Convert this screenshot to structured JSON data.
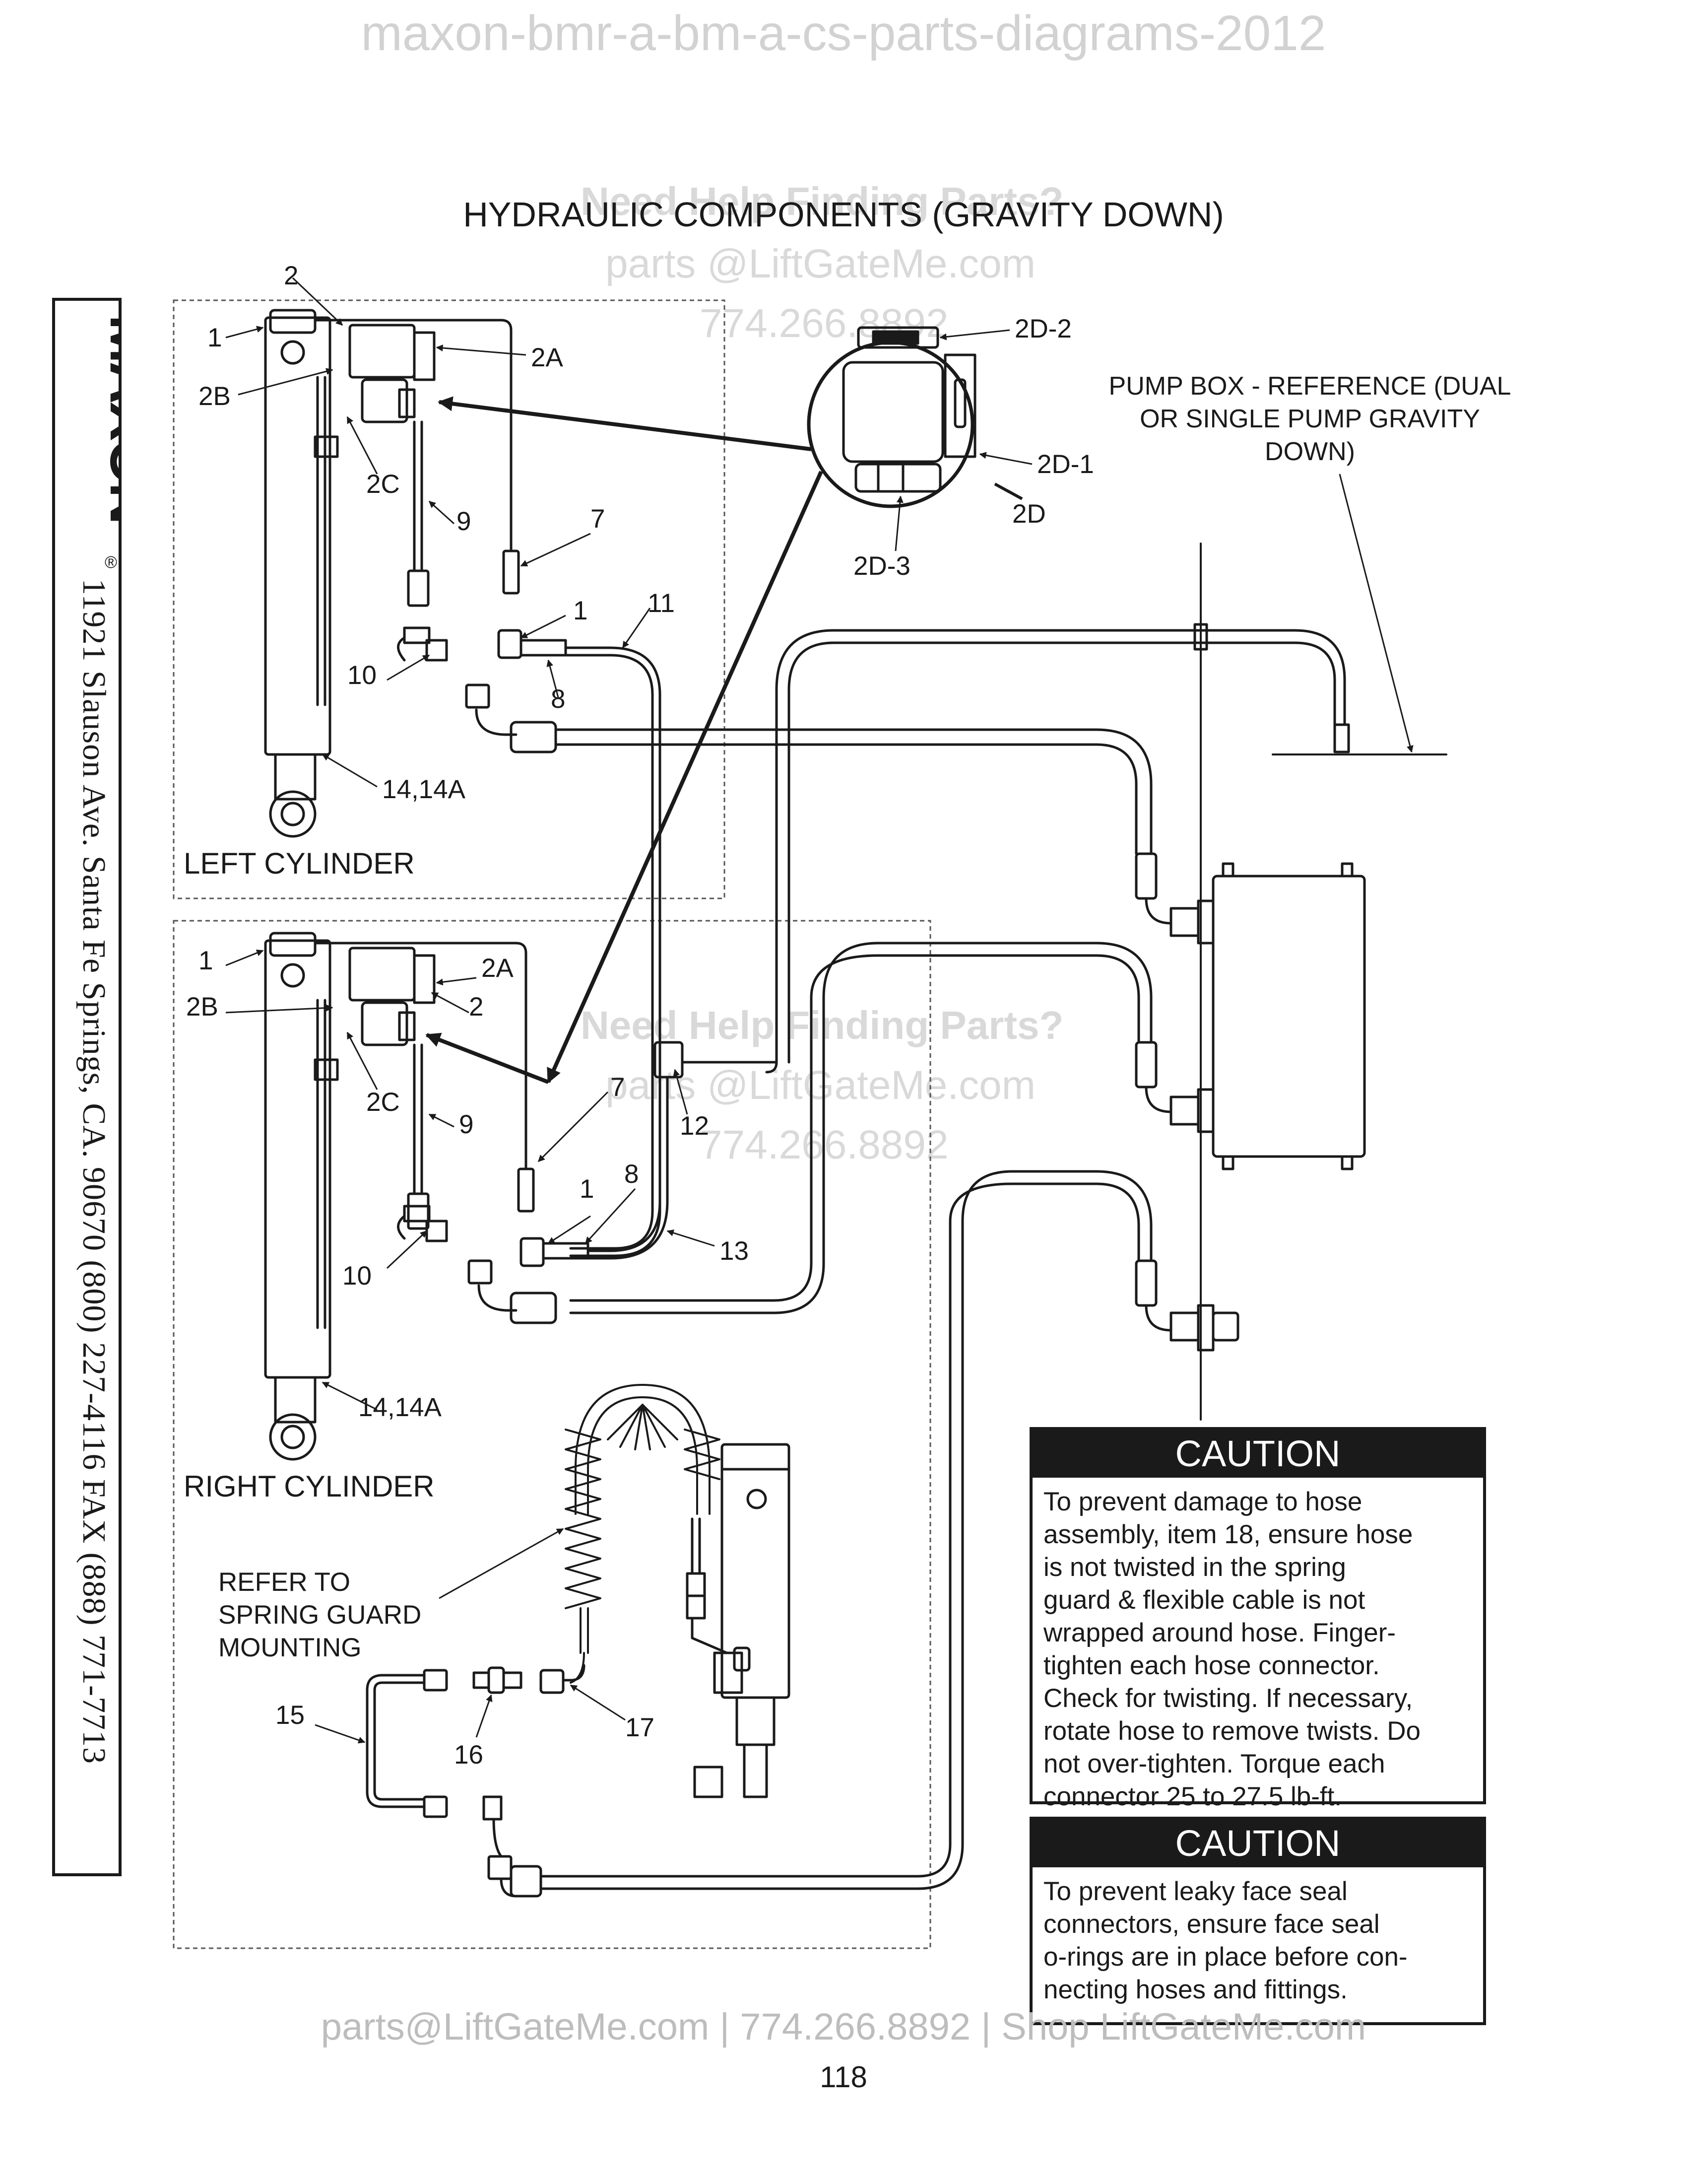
{
  "watermark": {
    "doc_name": "maxon-bmr-a-bm-a-cs-parts-diagrams-2012",
    "help": "Need Help Finding Parts?",
    "email": "parts @LiftGateMe.com",
    "phone": "774.266.8892"
  },
  "title": "HYDRAULIC COMPONENTS (GRAVITY DOWN)",
  "brand": {
    "logo": "MAXON",
    "registered": "®",
    "address": "11921 Slauson Ave.  Santa Fe Springs, CA.  90670  (800) 227-4116  FAX (888) 771-7713"
  },
  "sections": {
    "left_cylinder": "LEFT CYLINDER",
    "right_cylinder": "RIGHT CYLINDER"
  },
  "pump_box_reference": "PUMP BOX - REFERENCE (DUAL OR SINGLE PUMP GRAVITY DOWN)",
  "callouts": {
    "detail_2d": "2D",
    "detail_2d_1": "2D-1",
    "detail_2d_2": "2D-2",
    "detail_2d_3": "2D-3",
    "left_2": "2",
    "left_1a": "1",
    "left_2a": "2A",
    "left_2b": "2B",
    "left_2c": "2C",
    "left_9": "9",
    "left_7": "7",
    "left_1b": "1",
    "left_11": "11",
    "left_10": "10",
    "left_8": "8",
    "left_14": "14,14A",
    "right_1a": "1",
    "right_2a": "2A",
    "right_2b": "2B",
    "right_2": "2",
    "right_2c": "2C",
    "right_9": "9",
    "right_7": "7",
    "right_12": "12",
    "right_1b": "1",
    "right_8": "8",
    "right_13": "13",
    "right_10": "10",
    "right_14": "14,14A",
    "spring_guard": "REFER TO\nSPRING GUARD\nMOUNTING",
    "item_15": "15",
    "item_16": "16",
    "item_17": "17"
  },
  "cautions": [
    {
      "heading": "CAUTION",
      "text": "To prevent damage to hose\nassembly, item 18, ensure hose\nis not twisted in the spring\nguard & flexible cable is not\nwrapped around hose. Finger-\ntighten each hose connector.\nCheck for twisting. If necessary,\nrotate hose to remove twists. Do\nnot over-tighten. Torque each\nconnector 25 to 27.5 lb-ft."
    },
    {
      "heading": "CAUTION",
      "text": "To prevent leaky face seal\nconnectors, ensure face seal\no-rings are in place before con-\nnecting hoses and fittings."
    }
  ],
  "page_number": "118",
  "footer": "parts@LiftGateMe.com | 774.266.8892 | Shop LiftGateMe.com"
}
